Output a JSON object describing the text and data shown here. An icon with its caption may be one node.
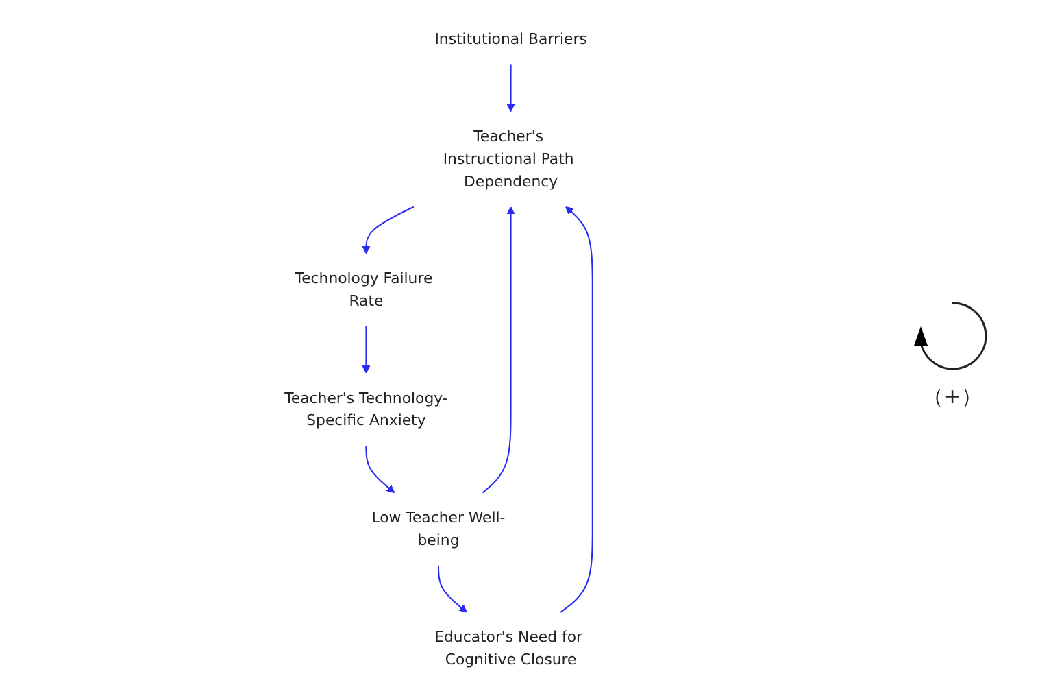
{
  "diagram": {
    "nodes": [
      {
        "text": [
          "Institutional Barriers"
        ]
      },
      {
        "text": [
          "Educator's Need for Cognitive Closure"
        ]
      },
      {
        "text": [
          "Teacher's Instructional Path Dependency"
        ]
      },
      {
        "text": [
          "Low Teacher Well-being"
        ]
      },
      {
        "text": [
          "Technology Failure Rate"
        ]
      },
      {
        "text": [
          "Teacher's Technology-Specific Anxiety"
        ]
      }
    ],
    "edges": [
      {
        "from": 1,
        "to": 2,
        "arrow": "to"
      },
      {
        "from": 0,
        "to": 2,
        "arrow": "to"
      },
      {
        "from": 2,
        "to": 4,
        "arrow": "to"
      },
      {
        "from": 4,
        "to": 5,
        "arrow": "to"
      },
      {
        "from": 5,
        "to": 3,
        "arrow": "to"
      },
      {
        "from": 3,
        "to": 2,
        "arrow": "to"
      },
      {
        "from": 3,
        "to": 1,
        "arrow": "to"
      }
    ],
    "labels": [
      "（+）"
    ]
  }
}
